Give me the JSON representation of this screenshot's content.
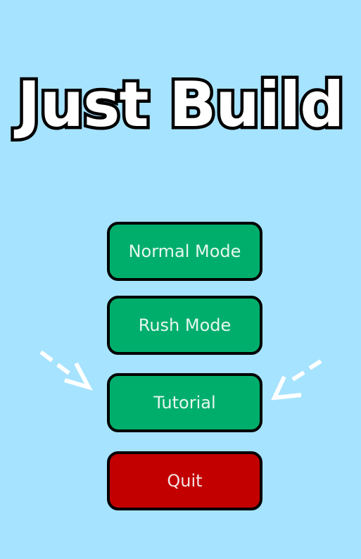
{
  "game": {
    "title": "Just Build"
  },
  "menu": {
    "items": [
      {
        "label": "Normal Mode"
      },
      {
        "label": "Rush Mode"
      },
      {
        "label": "Tutorial"
      },
      {
        "label": "Quit"
      }
    ]
  },
  "theme": {
    "background": "#a6e3ff",
    "button_green": "#00ae6c",
    "button_red": "#c20000",
    "button_text": "#e6f7ef",
    "outline": "#000000"
  },
  "decorations": {
    "left_arrow_icon": "dashed-arrow-down-right-icon",
    "right_arrow_icon": "dashed-arrow-down-left-icon"
  }
}
